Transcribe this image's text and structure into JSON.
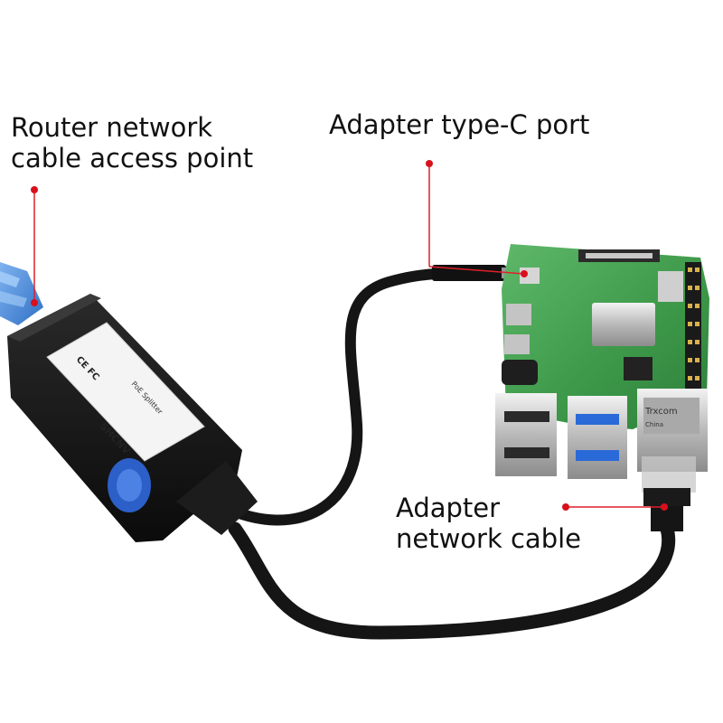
{
  "callouts": {
    "router": {
      "line1": "Router network",
      "line2": "cable access point"
    },
    "typec": {
      "text": "Adapter type-C port"
    },
    "network_cable": {
      "line1": "Adapter",
      "line2": "network cable"
    }
  },
  "splitter_label": {
    "brand": "SHCNV",
    "product": "PoE Splitter",
    "marks": "CE FC"
  },
  "board_label": {
    "chip_brand": "Trxcom",
    "chip_model": "China"
  },
  "colors": {
    "callout_line": "#e0202a",
    "callout_dot": "#d8101c",
    "board_green": "#3e9a4a",
    "cable_black": "#151515",
    "rj45_blue": "#3a7fd0",
    "usb3_blue": "#2a6ad8"
  }
}
